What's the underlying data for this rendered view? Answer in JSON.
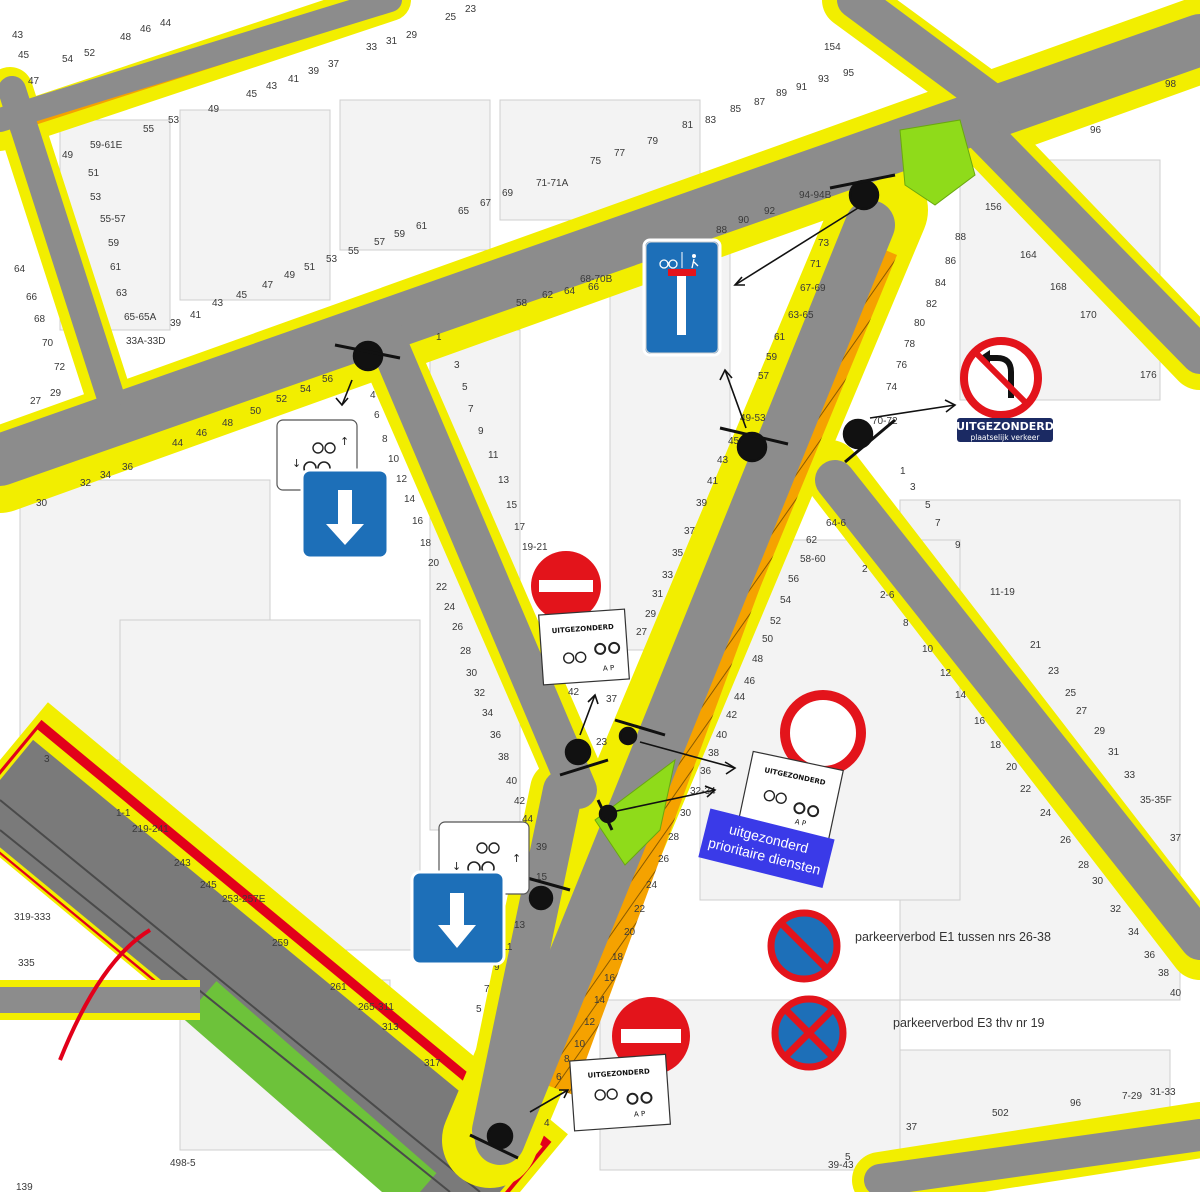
{
  "colors": {
    "road": "#8c8c8c",
    "sidewalk": "#f2ee00",
    "parking": "#f5a200",
    "bikelane": "#e2001a",
    "tram": "#6dc23a",
    "green": "#8fdb1a",
    "sign_blue": "#1d6fb8",
    "sign_red": "#e3141b",
    "banner_blue": "#3a3ae8",
    "navy_plate": "#1b2a63",
    "building": "#f3f3f3"
  },
  "house_numbers": [
    "43",
    "48",
    "46",
    "44",
    "25",
    "23",
    "45",
    "54",
    "52",
    "33",
    "31",
    "29",
    "47",
    "49",
    "45",
    "43",
    "41",
    "39",
    "37",
    "55",
    "53",
    "49",
    "59-61E",
    "51",
    "53",
    "55-57",
    "59",
    "61",
    "63",
    "65-65A",
    "33A-33D",
    "39",
    "41",
    "43",
    "45",
    "47",
    "49",
    "51",
    "53",
    "55",
    "57",
    "59",
    "61",
    "64",
    "66",
    "68",
    "70",
    "72",
    "27",
    "29",
    "44",
    "46",
    "48",
    "50",
    "52",
    "54",
    "56",
    "32",
    "34",
    "36",
    "30",
    "79",
    "81",
    "83",
    "85",
    "87",
    "89",
    "91",
    "93",
    "95",
    "154",
    "98",
    "96",
    "75",
    "77",
    "71-71A",
    "65",
    "67",
    "69",
    "58",
    "62",
    "64",
    "66",
    "68-70B",
    "94-94B",
    "90",
    "92",
    "88",
    "73",
    "71",
    "67-69",
    "63-65",
    "61",
    "59",
    "57",
    "49-53",
    "45",
    "43",
    "41",
    "39",
    "37",
    "35",
    "33",
    "31",
    "29",
    "27",
    "1",
    "3",
    "5",
    "7",
    "9",
    "11",
    "13",
    "15",
    "17",
    "19-21",
    "4",
    "6",
    "8",
    "10",
    "12",
    "14",
    "16",
    "18",
    "20",
    "22",
    "24",
    "26",
    "28",
    "30",
    "32",
    "34",
    "36",
    "38",
    "40",
    "42",
    "44",
    "156",
    "164",
    "168",
    "170",
    "176",
    "88",
    "86",
    "84",
    "82",
    "80",
    "78",
    "76",
    "74",
    "70-72",
    "1",
    "3",
    "5",
    "7",
    "9",
    "11-19",
    "21",
    "23",
    "25",
    "27",
    "29",
    "31",
    "33",
    "35-35F",
    "37",
    "64-6",
    "62",
    "58-60",
    "56",
    "54",
    "52",
    "50",
    "48",
    "46",
    "44",
    "42",
    "40",
    "38",
    "36",
    "32-34",
    "30",
    "28",
    "26",
    "24",
    "22",
    "20",
    "18",
    "16",
    "14",
    "12",
    "10",
    "8",
    "6",
    "4",
    "2",
    "2-6",
    "8",
    "10",
    "12",
    "14",
    "16",
    "18",
    "20",
    "22",
    "24",
    "26",
    "28",
    "30",
    "32",
    "34",
    "36",
    "38",
    "40",
    "42",
    "37",
    "21",
    "23",
    "39",
    "15",
    "13",
    "11",
    "9",
    "7",
    "5",
    "3",
    "1-1",
    "219-241",
    "243",
    "245",
    "253-257E",
    "259",
    "261",
    "265-311",
    "313",
    "317",
    "319-333",
    "335",
    "498-5",
    "139",
    "502",
    "96",
    "7-29",
    "31-33",
    "37",
    "39-43",
    "5",
    "1",
    "3"
  ],
  "signs": {
    "dead_end": {
      "label": "dead-end-except-bikes-pedestrians"
    },
    "no_left_turn": {
      "label": "no-left-turn"
    },
    "no_left_turn_plate": {
      "line1": "UITGEZONDERD",
      "line2": "plaatselijk verkeer"
    },
    "no_entry_plate": {
      "line1": "UITGEZONDERD",
      "line2": "A  P"
    },
    "closed_road_banner": {
      "line1": "uitgezonderd",
      "line2": "prioritaire diensten"
    },
    "parking_e1": "parkeerverbod E1  tussen nrs 26-38",
    "parking_e3": "parkeerverbod E3  thv nr 19"
  }
}
